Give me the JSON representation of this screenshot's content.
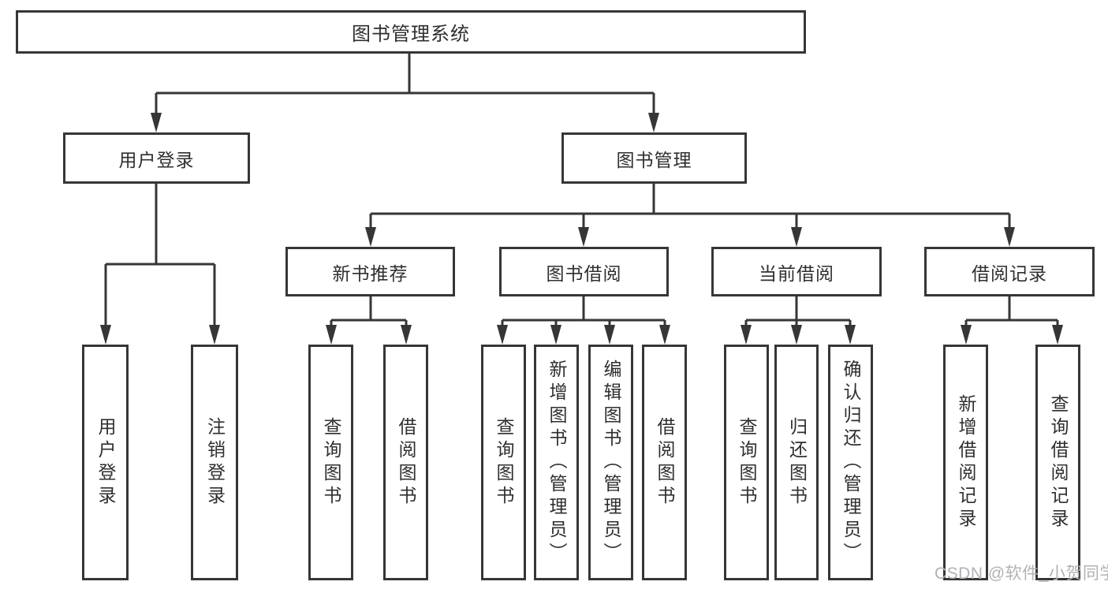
{
  "diagram": {
    "title": "图书管理系统",
    "level1": [
      {
        "label": "用户登录"
      },
      {
        "label": "图书管理"
      }
    ],
    "level2": [
      {
        "label": "新书推荐",
        "parent": "图书管理"
      },
      {
        "label": "图书借阅",
        "parent": "图书管理"
      },
      {
        "label": "当前借阅",
        "parent": "图书管理"
      },
      {
        "label": "借阅记录",
        "parent": "图书管理"
      }
    ],
    "level3": [
      {
        "label": "用户登录",
        "parent": "用户登录"
      },
      {
        "label": "注销登录",
        "parent": "用户登录"
      },
      {
        "label": "查询图书",
        "parent": "新书推荐"
      },
      {
        "label": "借阅图书",
        "parent": "新书推荐"
      },
      {
        "label": "查询图书",
        "parent": "图书借阅"
      },
      {
        "label": "新增图书（管理员）",
        "parent": "图书借阅"
      },
      {
        "label": "编辑图书（管理员）",
        "parent": "图书借阅"
      },
      {
        "label": "借阅图书",
        "parent": "图书借阅"
      },
      {
        "label": "查询图书",
        "parent": "当前借阅"
      },
      {
        "label": "归还图书",
        "parent": "当前借阅"
      },
      {
        "label": "确认归还（管理员）",
        "parent": "当前借阅"
      },
      {
        "label": "新增借阅记录",
        "parent": "借阅记录"
      },
      {
        "label": "查询借阅记录",
        "parent": "借阅记录"
      }
    ]
  },
  "watermark": "CSDN @软件_小贺同学",
  "colors": {
    "line": "#363636",
    "text": "#2f2f2f",
    "watermark": "#b2b2b6",
    "background": "#ffffff"
  }
}
